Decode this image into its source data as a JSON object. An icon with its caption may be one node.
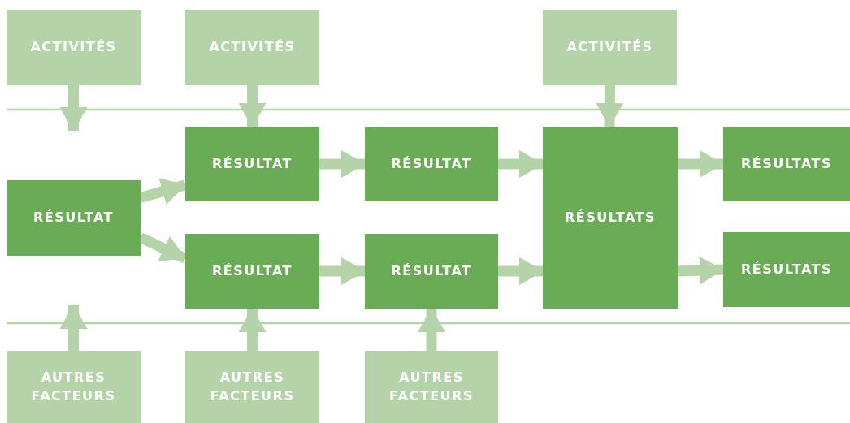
{
  "diagram": {
    "nodes": [
      {
        "text": [
          "ACTIVITÉS"
        ]
      },
      {
        "text": [
          "ACTIVITÉS"
        ]
      },
      {
        "text": [
          "ACTIVITÉS"
        ]
      },
      {
        "text": [
          "RÉSULTAT"
        ]
      },
      {
        "text": [
          "RÉSULTAT"
        ]
      },
      {
        "text": [
          "RÉSULTAT"
        ]
      },
      {
        "text": [
          "RÉSULTATS"
        ]
      },
      {
        "text": [
          "RÉSULTATS"
        ]
      },
      {
        "text": [
          "RÉSULTAT"
        ]
      },
      {
        "text": [
          "RÉSULTAT"
        ]
      },
      {
        "text": [
          "RÉSULTATS"
        ]
      },
      {
        "text": [
          "AUTRES FACTEURS"
        ]
      },
      {
        "text": [
          "AUTRES FACTEURS"
        ]
      },
      {
        "text": [
          "AUTRES FACTEURS"
        ]
      }
    ],
    "edges": [
      {
        "from": 0,
        "to": null,
        "arrow": "to"
      },
      {
        "from": 1,
        "to": 4,
        "arrow": "to"
      },
      {
        "from": 2,
        "to": 6,
        "arrow": "to"
      },
      {
        "from": 3,
        "to": 4,
        "arrow": "to"
      },
      {
        "from": 3,
        "to": 8,
        "arrow": "to"
      },
      {
        "from": 4,
        "to": 5,
        "arrow": "to"
      },
      {
        "from": 5,
        "to": 6,
        "arrow": "to"
      },
      {
        "from": 6,
        "to": 7,
        "arrow": "to"
      },
      {
        "from": 8,
        "to": 9,
        "arrow": "to"
      },
      {
        "from": 9,
        "to": 6,
        "arrow": "to"
      },
      {
        "from": 6,
        "to": 10,
        "arrow": "to"
      },
      {
        "from": 11,
        "to": null,
        "arrow": "to"
      },
      {
        "from": 12,
        "to": 8,
        "arrow": "to"
      },
      {
        "from": 13,
        "to": 9,
        "arrow": "to"
      }
    ]
  }
}
